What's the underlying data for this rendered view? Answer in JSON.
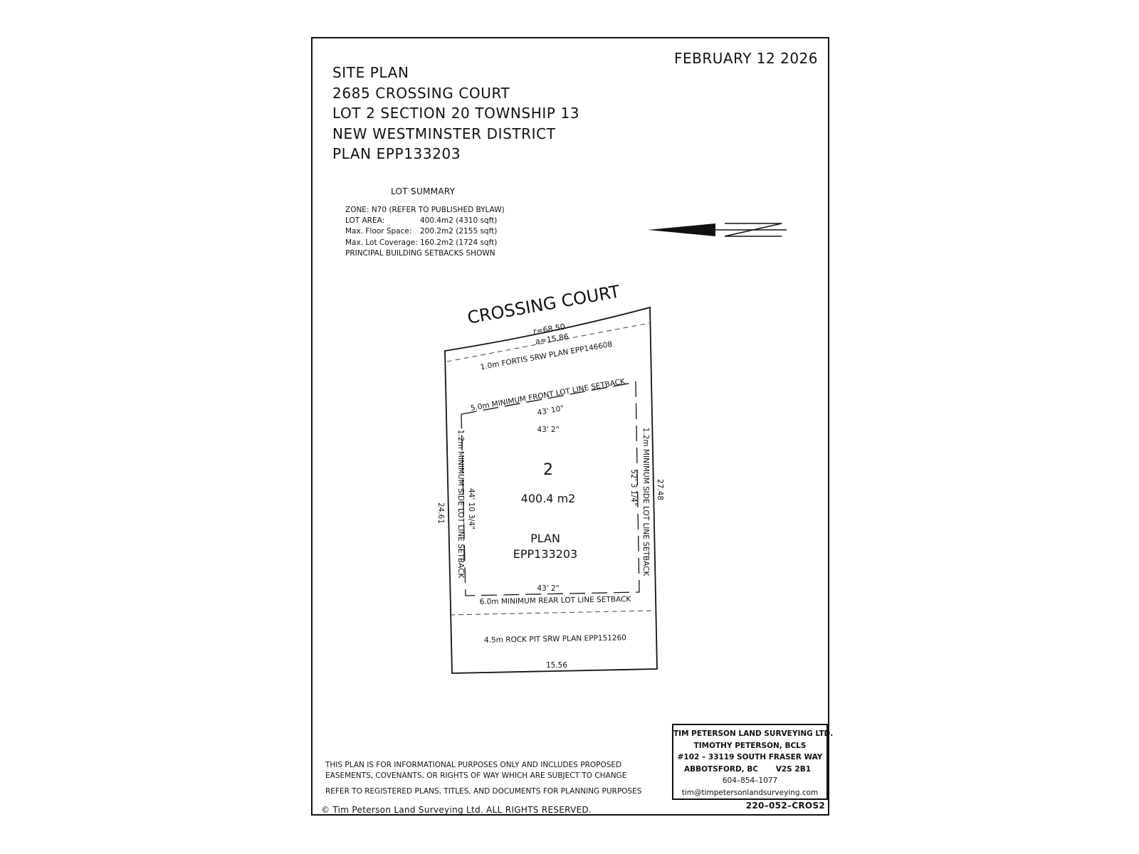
{
  "header": {
    "date": "FEBRUARY 12 2026",
    "title_lines": [
      "SITE PLAN",
      "2685 CROSSING COURT",
      "LOT 2 SECTION 20 TOWNSHIP 13",
      "NEW WESTMINSTER DISTRICT",
      "PLAN EPP133203"
    ]
  },
  "lot_summary": {
    "title": "LOT SUMMARY",
    "zone": "ZONE: N70 (REFER TO PUBLISHED BYLAW)",
    "rows": [
      {
        "label": "LOT AREA:",
        "value": "400.4m2 (4310 sqft)"
      },
      {
        "label": "Max. Floor Space:",
        "value": "200.2m2 (2155 sqft)"
      },
      {
        "label": "Max. Lot Coverage:",
        "value": "160.2m2 (1724 sqft)"
      }
    ],
    "setbacks_note": "PRINCIPAL BUILDING SETBACKS SHOWN"
  },
  "plan": {
    "street_name": "CROSSING COURT",
    "curve_radius": "r=68.50",
    "curve_arc": "a=15.86",
    "front_srw": "1.0m FORTIS SRW PLAN EPP146608",
    "front_setback": "5.0m MINIMUM FRONT LOT LINE SETBACK",
    "front_envelope_dim": "43' 10\"",
    "inner_top_dim": "43' 2\"",
    "left_setback": "1.2m MINIMUM SIDE LOT LINE SETBACK",
    "left_envelope_dim": "44' 10 3/4\"",
    "right_setback": "1.2m MINIMUM SIDE LOT LINE SETBACK",
    "right_envelope_dim": "52' 3 1/4\"",
    "left_lot_dim": "24.61",
    "right_lot_dim": "27.48",
    "lot_number": "2",
    "lot_area": "400.4 m2",
    "plan_label": "PLAN",
    "plan_number": "EPP133203",
    "bottom_envelope_dim": "43' 2\"",
    "rear_setback": "6.0m MINIMUM REAR LOT LINE SETBACK",
    "rear_srw": "4.5m ROCK PIT SRW PLAN EPP151260",
    "rear_lot_dim": "15.56"
  },
  "notes": {
    "line1": "THIS PLAN IS FOR INFORMATIONAL PURPOSES ONLY AND INCLUDES PROPOSED",
    "line2": "EASEMENTS, COVENANTS, OR RIGHTS OF WAY WHICH ARE SUBJECT TO CHANGE",
    "line3": "REFER TO REGISTERED PLANS, TITLES, AND DOCUMENTS FOR PLANNING PURPOSES"
  },
  "copyright": "© Tim Peterson Land Surveying Ltd.  ALL RIGHTS RESERVED.",
  "company": {
    "name": "TIM PETERSON LAND SURVEYING LTD.",
    "surveyor": "TIMOTHY PETERSON, BCLS",
    "address": "#102 – 33119 SOUTH FRASER WAY",
    "city": "ABBOTSFORD, BC",
    "postal": "V2S 2B1",
    "phone": "604–854–1077",
    "email": "tim@timpetersonlandsurveying.com"
  },
  "job_number": "220–052–CROS2",
  "north_arrow": {
    "icon": "north-arrow-icon"
  }
}
